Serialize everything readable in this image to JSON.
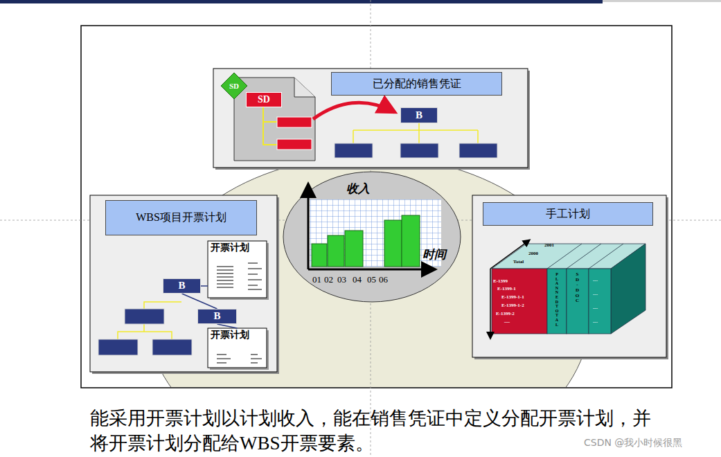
{
  "diagram": {
    "caption": "能采用开票计划以计划收入，能在销售凭证中定义分配开票计划，并将开票计划分配给WBS开票要素。",
    "nodes": [
      {
        "text": [
          "已分配的销售凭证"
        ]
      },
      {
        "text": [
          "SD"
        ]
      },
      {
        "text": [
          "SD"
        ]
      },
      {
        "text": [
          "B"
        ]
      },
      {
        "text": [
          "WBS项目开票计划"
        ]
      },
      {
        "text": [
          "B"
        ]
      },
      {
        "text": [
          "B"
        ]
      },
      {
        "text": [
          "开票计划"
        ]
      },
      {
        "text": [
          "开票计划"
        ]
      },
      {
        "text": [
          "手工计划"
        ]
      }
    ],
    "edges": [
      {
        "from": 5,
        "to": 6,
        "arrow": "none"
      },
      {
        "from": 5,
        "to": 7,
        "arrow": "none"
      },
      {
        "from": 6,
        "to": 8,
        "arrow": "none"
      }
    ],
    "labels": [
      "收入",
      "时间",
      "01",
      "02",
      "03",
      "04",
      "05",
      "06",
      "2001",
      "2000",
      "Total",
      "E-1399",
      "E-1399-1",
      "E-1399-1-1",
      "E-1399-1-2",
      "E-1399-2",
      "—",
      "PLANNEDTOTAL",
      "SD-DOC",
      "---",
      "---",
      "---",
      "---",
      "CSDN @我小时候很黑"
    ]
  }
}
